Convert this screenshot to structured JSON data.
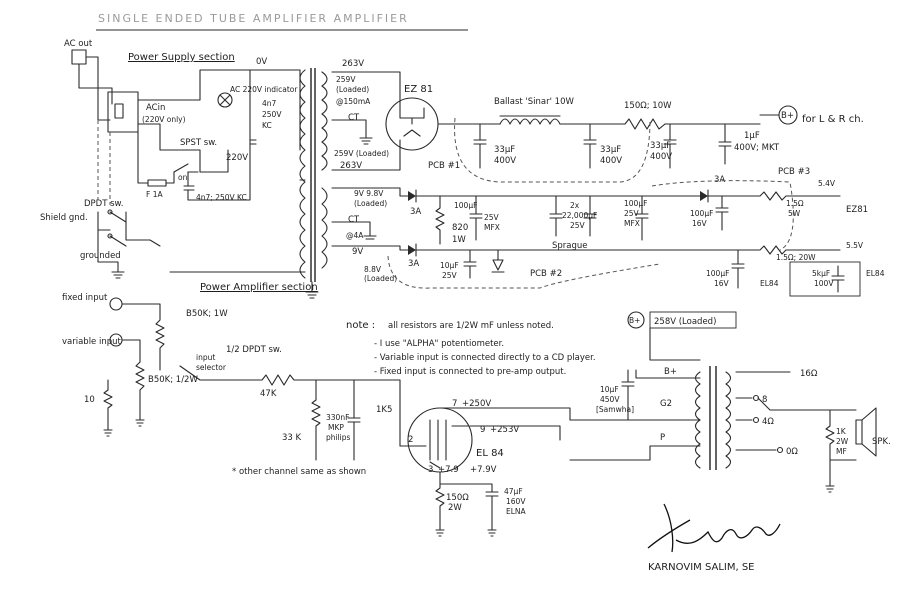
{
  "title": "SINGLE ENDED TUBE AMPLIFIER AMPLIFIER",
  "sections": {
    "power_supply": "Power Supply section",
    "power_amplifier": "Power Amplifier section"
  },
  "power_supply": {
    "ac_out": "AC out",
    "ac_in": "ACin",
    "ac_in_note": "(220V only)",
    "indicator": "AC 220V indicator",
    "zero_v": "0V",
    "v220": "220V",
    "spst": "SPST sw.",
    "on": "on",
    "fuse": "F 1A",
    "cap_4n7_left": "4n7; 250V KC",
    "cap_4n7_right_a": "4n7",
    "cap_4n7_right_b": "250V",
    "cap_4n7_right_c": "KC",
    "dpdt": "DPDT sw.",
    "shield": "Shield gnd.",
    "grounded": "grounded",
    "sec_263_top": "263V",
    "sec_259_a": "259V",
    "sec_loaded_a": "(Loaded)",
    "sec_150ma": "@150mA",
    "ct_a": "CT",
    "sec_259_b": "259V (Loaded)",
    "sec_263_bot": "263V",
    "rect_tube": "EZ 81",
    "ballast": "Ballast 'Sinar' 10W",
    "cap_a1": "33µF",
    "cap_a2": "400V",
    "cap_b1": "33µF",
    "cap_b2": "400V",
    "cap_c1": "33µF",
    "cap_c2": "400V",
    "res_150": "150Ω; 10W",
    "cap_1uf": "1µF",
    "cap_1uf_v": "400V; MKT",
    "bplus": "B+",
    "for_ch": "for L & R ch.",
    "pcb1": "PCB #1",
    "heater_9v": "9V 9.8V",
    "heater_loaded": "(Loaded)",
    "ct_b": "CT",
    "at_4a": "@4A",
    "v9": "9V",
    "v88": "8.8V",
    "v88_loaded": "(Loaded)",
    "d3a_1": "3A",
    "d3a_2": "3A",
    "d3a_3": "3A",
    "r820": "820",
    "r820_w": "1W",
    "c100_1": "100µF",
    "c100_1_v": "25V",
    "c100_1_t": "MFX",
    "c10": "10µF",
    "c10_v": "25V",
    "c2x": "2x",
    "c2x_v": "22,000µF",
    "c2x_w": "25V",
    "c100_2": "100µF",
    "c100_2_v": "25V",
    "c100_2_t": "MFX",
    "sprague": "Sprague",
    "pcb2": "PCB #2",
    "pcb3": "PCB #3",
    "c100_3": "100µF",
    "c100_3_v": "16V",
    "c100_4": "100µF",
    "c100_4_v": "16V",
    "r15_a": "1.5Ω",
    "r15_a_w": "5W",
    "r15_b": "1.5Ω; 20W",
    "v54": "5.4V",
    "v55": "5.5V",
    "ez81": "EZ81",
    "el84_a": "EL84",
    "el84_b": "EL84",
    "c5k": "5kµF",
    "c5k_v": "100V"
  },
  "amplifier": {
    "fixed_input": "fixed input",
    "variable_input": "variable input",
    "b50k_top": "B50K; 1W",
    "dpdt": "1/2 DPDT sw.",
    "selector": "input selector",
    "b50k_bot": "B50K; 1/2W",
    "r47k": "47K",
    "r10": "10",
    "r33k": "33 K",
    "cap_330": "330nF",
    "cap_330_t": "MKP",
    "cap_330_m": "philips",
    "r1k5": "1K5",
    "note_head": "note :",
    "note_1": "all resistors are 1/2W mF unless noted.",
    "note_2": "- I use \"ALPHA\" potentiometer.",
    "note_3": "- Variable input is connected directly to a CD player.",
    "note_4": "- Fixed input is connected to pre-amp output.",
    "bplus": "B+",
    "bplus_v": "258V (Loaded)",
    "c10uf": "10µF",
    "c10uf_v": "450V",
    "c10uf_t": "[Samwha]",
    "g2": "G2",
    "bplus_tr": "B+",
    "p": "P",
    "pin7": "7",
    "v250": "+250V",
    "pin9": "9",
    "v253": "+253V",
    "tube": "EL 84",
    "pin2": "2",
    "pin3": "3",
    "v79": "+7.9",
    "v79b": "+7.9V",
    "r150": "150Ω",
    "r150_w": "2W",
    "c47": "47µF",
    "c47_v": "160V",
    "c47_t": "ELNA",
    "tap16": "16Ω",
    "tap8": "8",
    "tap4": "4Ω",
    "tap0": "0Ω",
    "rspk": "1K",
    "rspk_w": "2W",
    "rspk_t": "MF",
    "spk": "SPK.",
    "other_ch": "* other channel same as shown"
  },
  "signature_text": "Karnovim",
  "author": "KARNOVIM   SALIM, SE"
}
